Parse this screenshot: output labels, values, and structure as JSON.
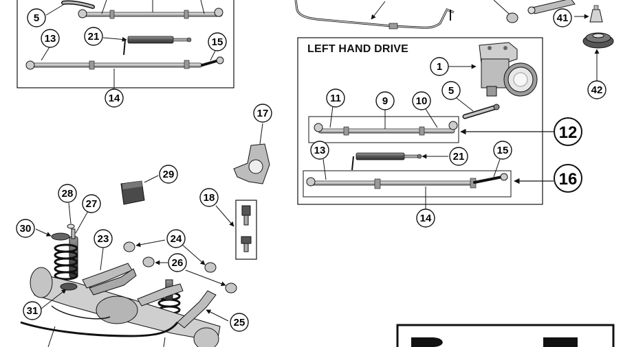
{
  "labels": {
    "left_hand_drive": "LEFT HAND DRIVE"
  },
  "callouts": {
    "c1": "1",
    "c5a": "5",
    "c5b": "5",
    "c9": "9",
    "c10": "10",
    "c11": "11",
    "c12": "12",
    "c13a": "13",
    "c13b": "13",
    "c14a": "14",
    "c14b": "14",
    "c15a": "15",
    "c15b": "15",
    "c16": "16",
    "c17": "17",
    "c18": "18",
    "c21a": "21",
    "c21b": "21",
    "c23": "23",
    "c24": "24",
    "c25": "25",
    "c26": "26",
    "c27": "27",
    "c28": "28",
    "c29": "29",
    "c30": "30",
    "c31": "31",
    "c41": "41",
    "c42": "42"
  },
  "colors": {
    "line": "#111111",
    "part_fill": "#d9d9d9",
    "part_dark": "#8a8a8a",
    "part_light": "#efefef",
    "rubber": "#5a5a5a"
  }
}
